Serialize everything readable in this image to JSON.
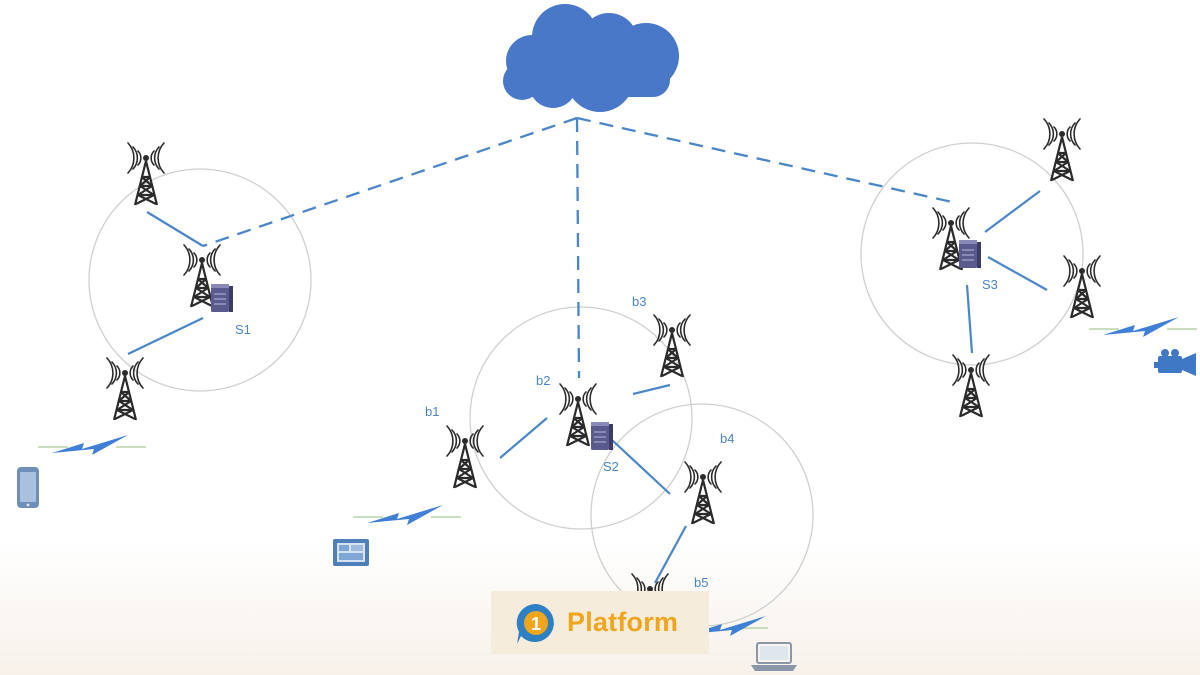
{
  "colors": {
    "accent": "#4a86c8",
    "cloud": "#4a78c9",
    "circle": "#cfcfcf",
    "tower": "#2b2b2b",
    "server": "#5b5a8f",
    "signal": "#3f7fd6",
    "logo_orange": "#f0a51c",
    "logo_blue": "#2f7fc4",
    "logo_bg": "#f5ecdc"
  },
  "nodes": {
    "s1": "S1",
    "s2": "S2",
    "s3": "S3",
    "b1": "b1",
    "b2": "b2",
    "b3": "b3",
    "b4": "b4",
    "b5": "b5"
  },
  "icons": {
    "cloud": "cloud-icon",
    "tower": "cell-tower-icon",
    "server": "server-icon",
    "phone": "smartphone-icon",
    "tablet": "tablet-icon",
    "camera": "video-camera-icon",
    "laptop": "laptop-icon",
    "signal": "lightning-bolt-icon"
  },
  "logo": {
    "badge_text": "1",
    "text": "Platform"
  }
}
